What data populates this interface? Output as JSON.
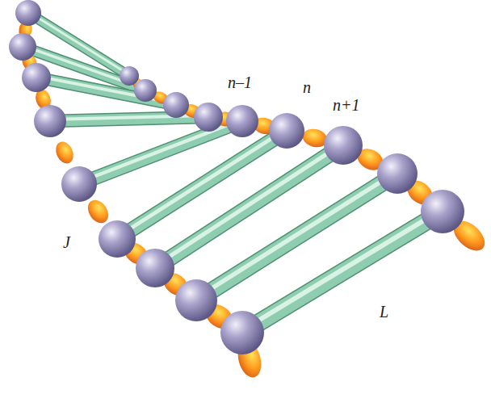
{
  "diagram": {
    "labels": [
      "n–1",
      "n",
      "n+1",
      "J",
      "L"
    ]
  }
}
